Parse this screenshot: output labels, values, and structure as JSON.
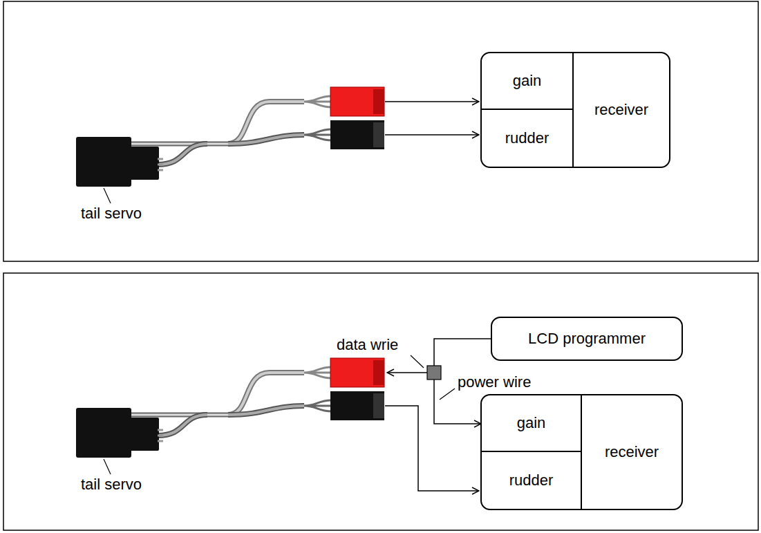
{
  "diagram": {
    "nodes": [
      {
        "text": [
          "receiver"
        ]
      },
      {
        "text": [
          "gain"
        ],
        "in": 0
      },
      {
        "text": [
          "rudder"
        ],
        "in": 0
      },
      {
        "text": [
          "LCD programmer"
        ]
      },
      {
        "text": [
          "receiver"
        ]
      },
      {
        "text": [
          "gain"
        ],
        "in": 4
      },
      {
        "text": [
          "rudder"
        ],
        "in": 4
      }
    ],
    "edges": [
      {
        "from": 3,
        "to": 5,
        "arrow": "to"
      }
    ],
    "labels": [
      "tail servo",
      "tail servo",
      "data wrie",
      "power wire"
    ]
  }
}
